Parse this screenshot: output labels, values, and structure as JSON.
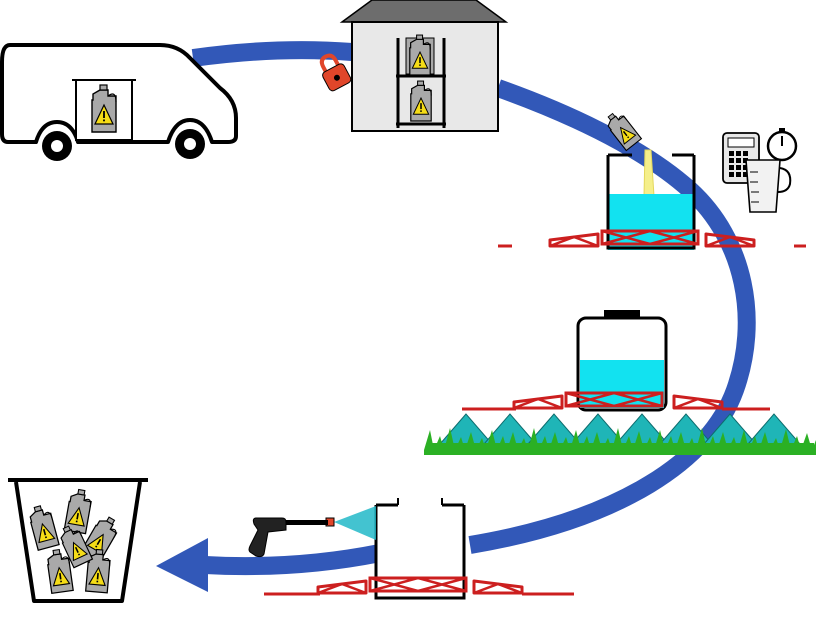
{
  "diagram": {
    "stages": [
      {
        "id": "transport",
        "icon": "van-icon"
      },
      {
        "id": "storage",
        "icon": "store-icon"
      },
      {
        "id": "mixing",
        "icon": "sprayer-filling-icon"
      },
      {
        "id": "application",
        "icon": "sprayer-spraying-icon"
      },
      {
        "id": "cleaning",
        "icon": "sprayer-washing-icon"
      },
      {
        "id": "disposal",
        "icon": "waste-bin-icon"
      }
    ],
    "extras": [
      "padlock-icon",
      "calculator-icon",
      "stopwatch-icon",
      "measuring-jug-icon",
      "pressure-washer-icon",
      "hazard-icon"
    ]
  },
  "colors": {
    "flow_arrow": "#3258b8",
    "boom": "#cc1f1f",
    "water": "#12e2f0",
    "spray": "#1fb5b7",
    "grass": "#2bb024",
    "lock": "#e0462a",
    "hazard": "#f5dc17",
    "canister": "#a9a9a9",
    "building": "#e8e8e8",
    "roof": "#6d6d6d"
  }
}
